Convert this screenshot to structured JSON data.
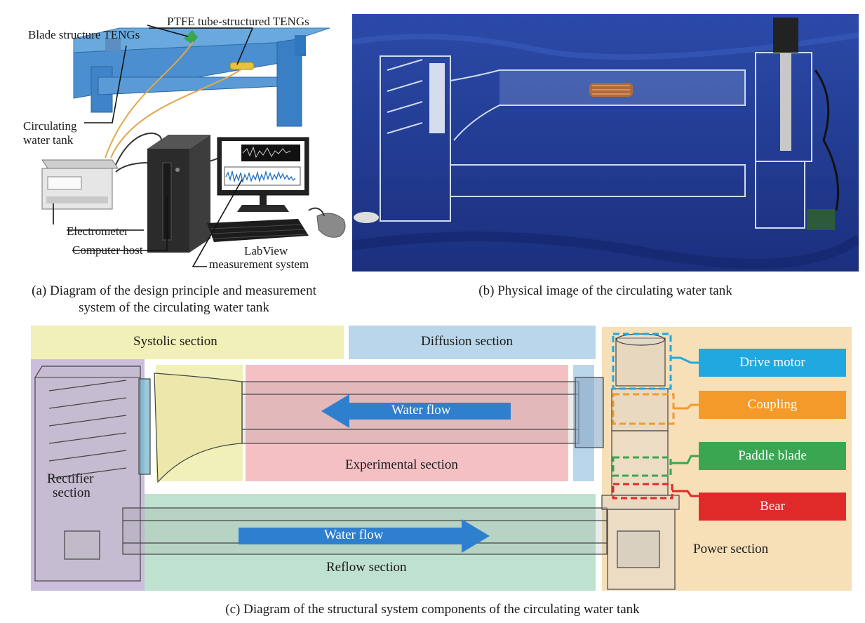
{
  "panel_a": {
    "labels": {
      "ptfe": "PTFE tube-structured TENGs",
      "blade": "Blade structure TENGs",
      "tank_l1": "Circulating",
      "tank_l2": "water tank",
      "electrometer": "Electrometer",
      "host": "Computer host",
      "labview_l1": "LabView",
      "labview_l2": "measurement system"
    },
    "caption_l1": "(a) Diagram of the design principle and measurement",
    "caption_l2": "system of the circulating water tank"
  },
  "panel_b": {
    "caption": "(b) Physical image of the circulating water tank"
  },
  "panel_c": {
    "zones": {
      "systolic": "Systolic section",
      "diffusion": "Diffusion section",
      "rectifier_l1": "Rectifier",
      "rectifier_l2": "section",
      "experimental": "Experimental section",
      "reflow": "Reflow section",
      "power": "Power section"
    },
    "flows": {
      "upper": "Water flow",
      "lower": "Water flow"
    },
    "legend": [
      {
        "label": "Drive motor",
        "color": "#1fa9e0"
      },
      {
        "label": "Coupling",
        "color": "#f39a2b"
      },
      {
        "label": "Paddle blade",
        "color": "#3aa652"
      },
      {
        "label": "Bear",
        "color": "#e02a2a"
      }
    ],
    "caption": "(c) Diagram of the structural system components of the circulating water tank"
  }
}
